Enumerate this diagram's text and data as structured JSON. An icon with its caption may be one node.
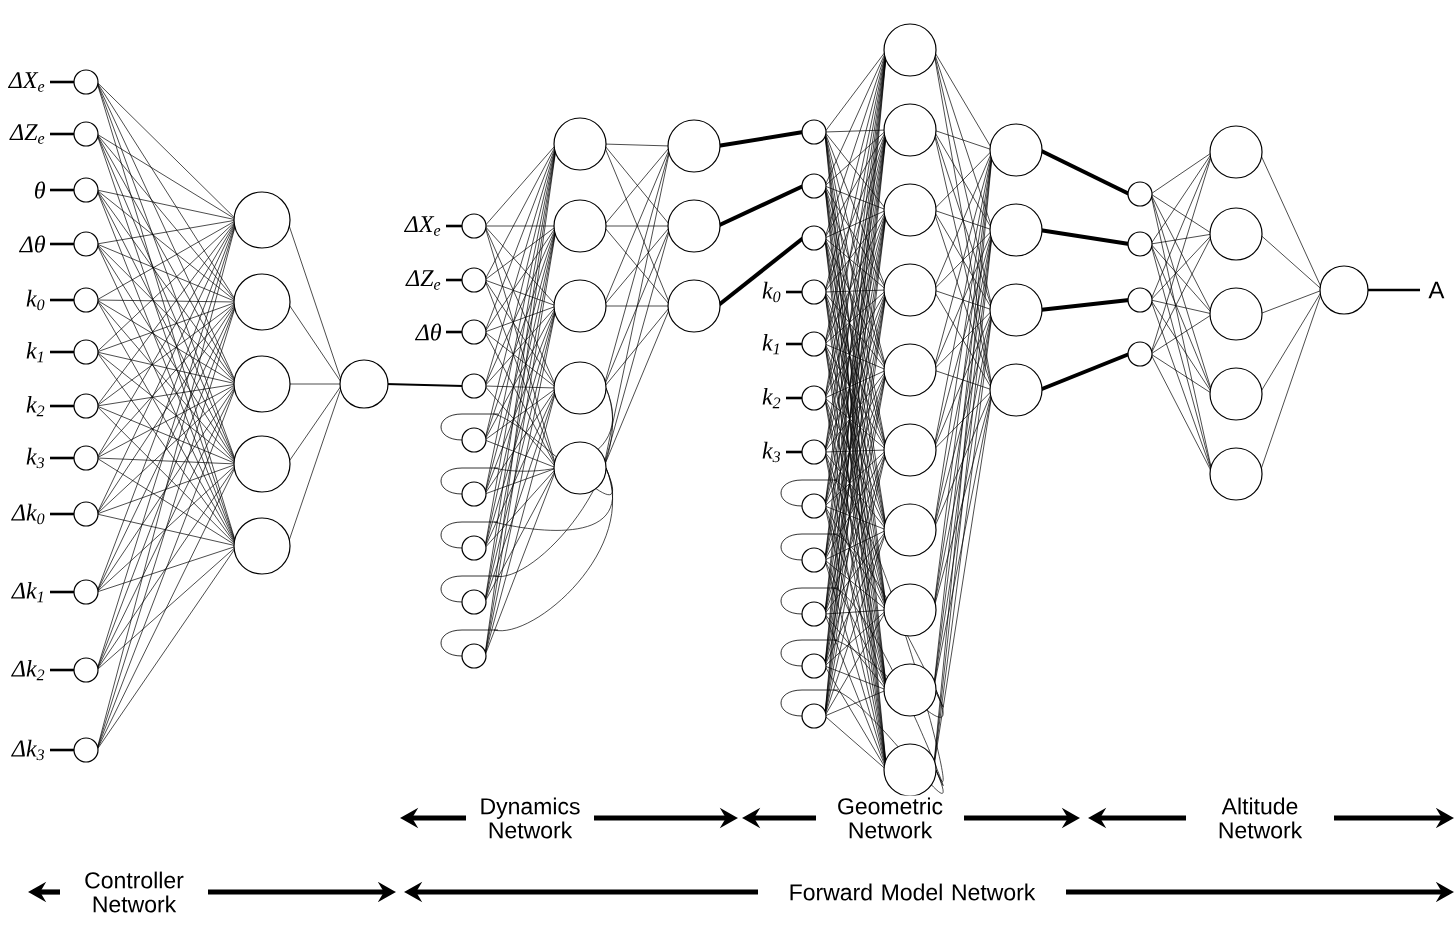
{
  "diagram": {
    "labels": [
      "ΔX$_{e}$",
      "ΔZ$_{e}$",
      "θ",
      "Δθ",
      "k$_{0}$",
      "k$_{1}$",
      "k$_{2}$",
      "k$_{3}$",
      "Δk$_{0}$",
      "Δk$_{1}$",
      "Δk$_{2}$",
      "Δk$_{3}$",
      "ΔX$_{e}$",
      "ΔZ$_{e}$",
      "Δθ",
      "k$_{0}$",
      "k$_{1}$",
      "k$_{2}$",
      "k$_{3}$",
      "A",
      "Dynamics Network",
      "Geometric Network",
      "Altitude Network",
      "Controller Network",
      "Forward Model Network"
    ]
  }
}
